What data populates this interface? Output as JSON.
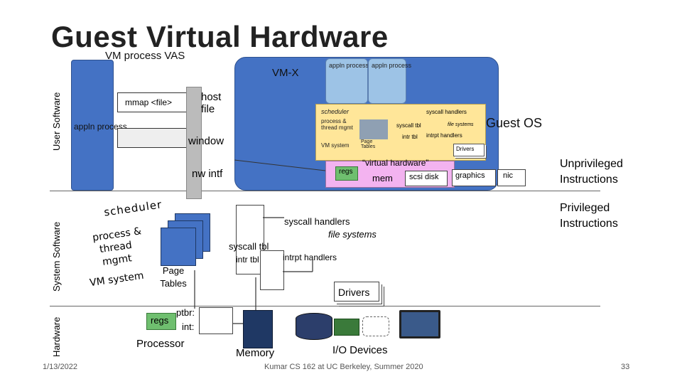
{
  "title": "Guest Virtual Hardware",
  "subtitle": "VM process VAS",
  "layers": {
    "user": "User Software",
    "system": "System Software",
    "hardware": "Hardware"
  },
  "vas": {
    "mmap": "mmap <file>",
    "host_file": "host file",
    "appln_process": "appln process",
    "window": "window",
    "nw_intf": "nw intf"
  },
  "vmx": {
    "label": "VM-X",
    "appln1": "appln process",
    "appln2": "appln process",
    "guest_os": "Guest OS",
    "mini": {
      "scheduler": "scheduler",
      "process_thread": "process & thread mgmt",
      "vm_system": "VM system",
      "page_tables": "Page Tables",
      "syscall_handlers": "syscall handlers",
      "syscall_tbl": "syscall tbl",
      "intr_tbl": "intr tbl",
      "intrpt_handlers": "intrpt handlers",
      "file_systems": "file systems",
      "drivers": "Drivers"
    },
    "virtual_hw": "“virtual hardware”",
    "regs": "regs",
    "mem": "mem",
    "scsi": "scsi disk",
    "graphics": "graphics",
    "nic": "nic"
  },
  "privilege": {
    "unprivileged": "Unprivileged Instructions",
    "privileged": "Privileged Instructions"
  },
  "host_os": {
    "scheduler": "scheduler",
    "process_thread_1": "process &",
    "process_thread_2": "thread",
    "process_thread_3": "mgmt",
    "vm_system": "VM system",
    "page_tables": "Page Tables",
    "syscall_handlers": "syscall handlers",
    "file_systems": "file systems",
    "syscall_tbl": "syscall tbl",
    "intr_tbl": "intr tbl",
    "intrpt_handlers": "intrpt handlers",
    "drivers": "Drivers"
  },
  "hardware": {
    "regs": "regs",
    "ptbr": "ptbr:",
    "int": "int:",
    "processor": "Processor",
    "memory": "Memory",
    "io": "I/O Devices"
  },
  "footer": {
    "date": "1/13/2022",
    "credit": "Kumar CS 162 at UC Berkeley, Summer 2020",
    "page": "33"
  }
}
